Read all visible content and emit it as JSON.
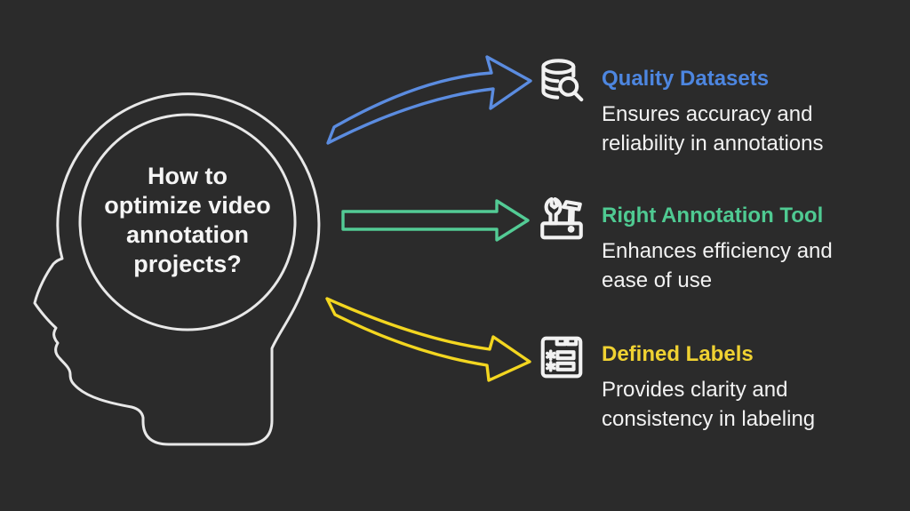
{
  "background": "#2b2b2b",
  "line_color": "#e8e8e8",
  "text_color": "#f2f2f2",
  "head": {
    "question": "How to optimize video annotation projects?",
    "question_lines": [
      "How to",
      "optimize video",
      "annotation",
      "projects?"
    ]
  },
  "items": [
    {
      "title": "Quality Datasets",
      "description": "Ensures accuracy and reliability in annotations",
      "title_color": "#4d86e0",
      "arrow_color": "#5b8ce0",
      "icon": "database-search-icon",
      "arrow_style": "curved-up"
    },
    {
      "title": "Right Annotation Tool",
      "description": "Enhances efficiency and ease of use",
      "title_color": "#4fca92",
      "arrow_color": "#53cb95",
      "icon": "annotation-tools-icon",
      "arrow_style": "straight"
    },
    {
      "title": "Defined Labels",
      "description": "Provides clarity and consistency in labeling",
      "title_color": "#f0d232",
      "arrow_color": "#f3d620",
      "icon": "labeled-list-icon",
      "arrow_style": "curved-down"
    }
  ]
}
